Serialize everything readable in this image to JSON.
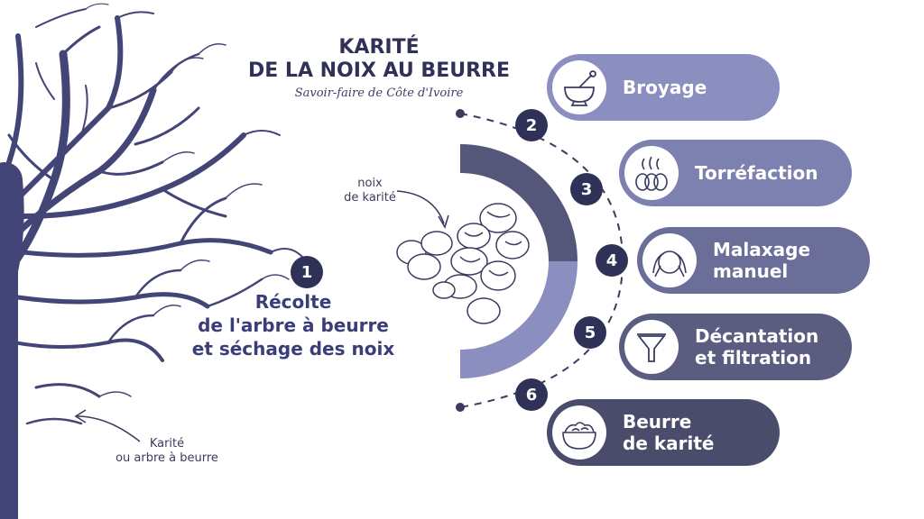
{
  "title": {
    "line1": "KARITÉ",
    "line2": "DE LA NOIX AU BEURRE",
    "subtitle": "Savoir-faire de Côte d'Ivoire"
  },
  "step1": {
    "number": "1",
    "label_line1": "Récolte",
    "label_line2": "de l'arbre à beurre",
    "label_line3": "et séchage des noix"
  },
  "nut_note": {
    "line1": "noix",
    "line2": "de karité"
  },
  "tree_note": {
    "line1": "Karité",
    "line2": "ou arbre à beurre"
  },
  "steps": [
    {
      "number": "2",
      "line1": "Broyage",
      "line2": "",
      "icon": "mortar-icon"
    },
    {
      "number": "3",
      "line1": "Torréfaction",
      "line2": "",
      "icon": "roasting-beans-icon"
    },
    {
      "number": "4",
      "line1": "Malaxage",
      "line2": "manuel",
      "icon": "kneading-hands-icon"
    },
    {
      "number": "5",
      "line1": "Décantation",
      "line2": "et filtration",
      "icon": "funnel-icon"
    },
    {
      "number": "6",
      "line1": "Beurre",
      "line2": "de karité",
      "icon": "butter-bowl-icon"
    }
  ],
  "colors": {
    "dark": "#2f3157",
    "pill2": "#8b8fc0",
    "pill3": "#7d81b0",
    "pill4": "#6b6e99",
    "pill5": "#5a5c80",
    "pill6": "#4a4c6c",
    "arc_dark": "#55577a",
    "arc_light": "#8b8fc0"
  }
}
